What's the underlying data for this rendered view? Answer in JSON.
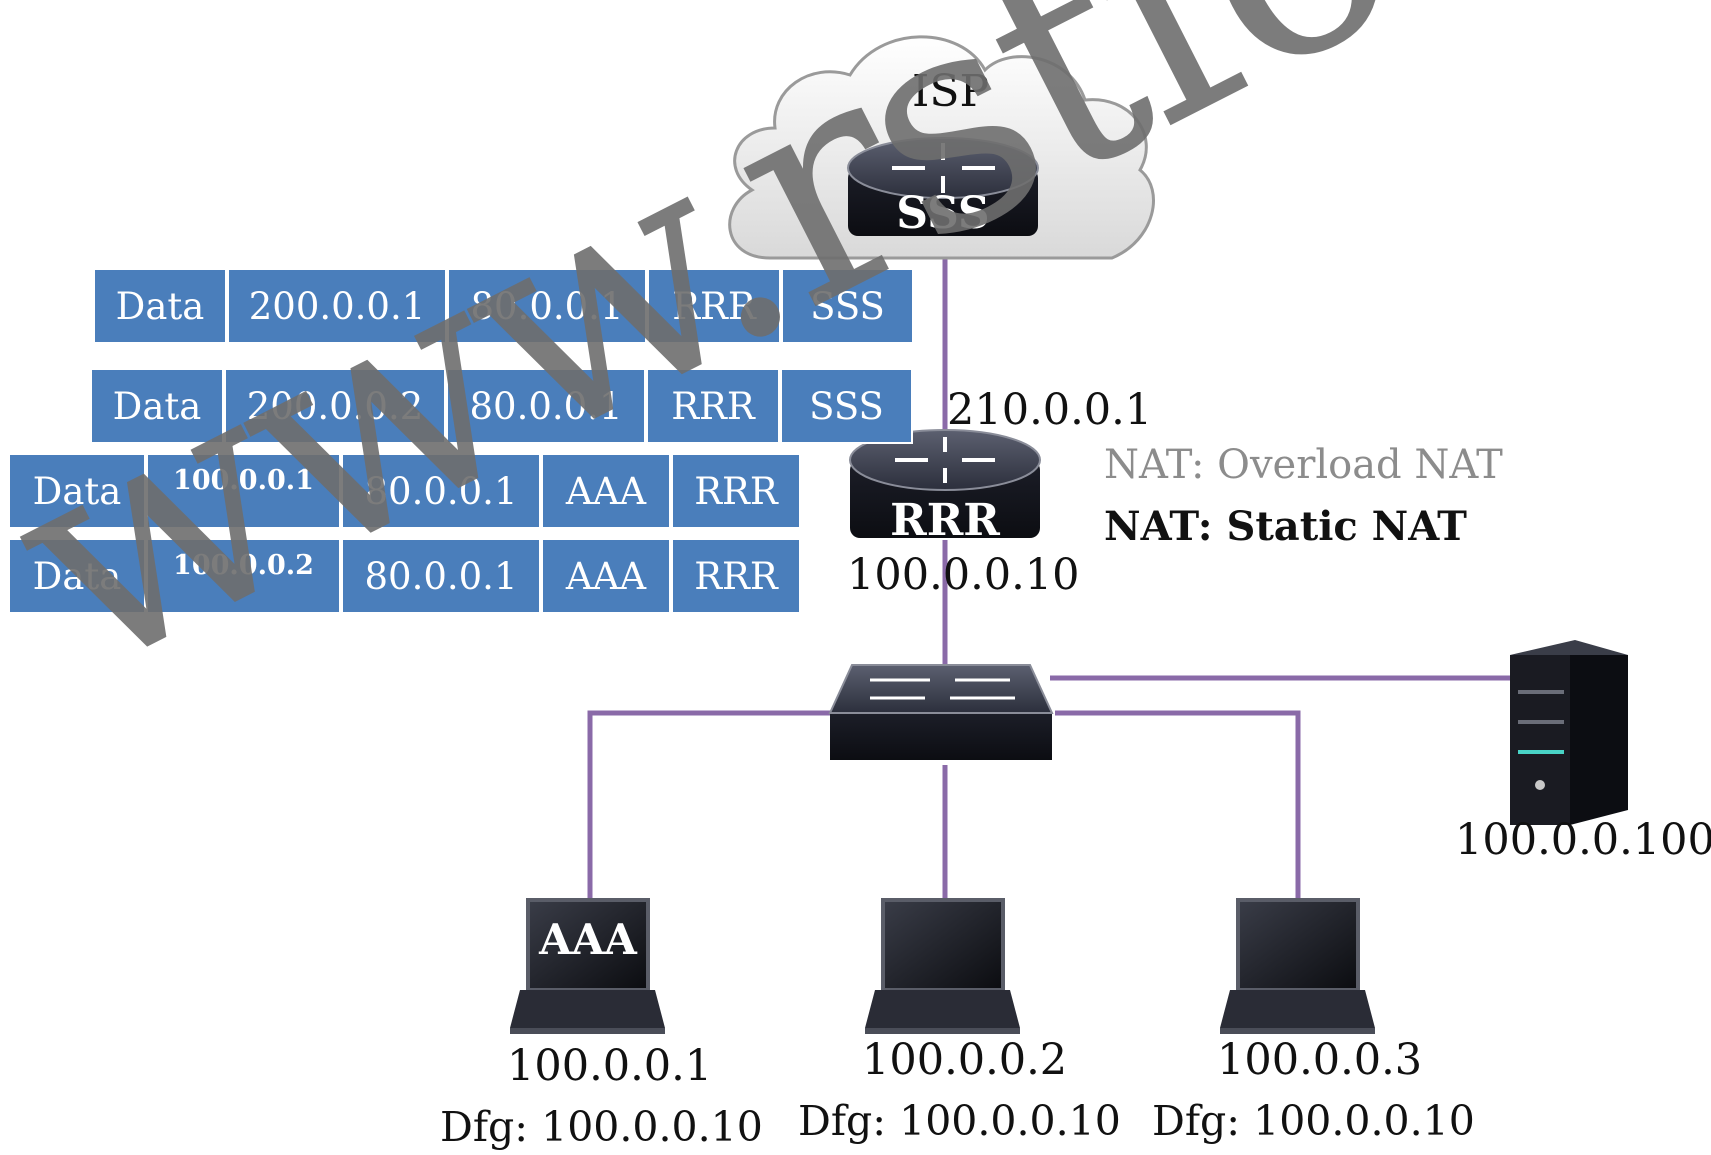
{
  "cloud": {
    "label": "ISP"
  },
  "isp_router": {
    "label": "SSS"
  },
  "nat_router": {
    "label": "RRR",
    "outside_ip": "210.0.0.1",
    "inside_ip": "100.0.0.10"
  },
  "nat_types": [
    "NAT: Overload NAT",
    "NAT: Static NAT"
  ],
  "packets": [
    [
      "Data",
      "200.0.0.1",
      "80.0.0.1",
      "RRR",
      "SSS"
    ],
    [
      "Data",
      "200.0.0.2",
      "80.0.0.1",
      "RRR",
      "SSS"
    ],
    [
      "Data",
      "100.0.0.1",
      "80.0.0.1",
      "AAA",
      "RRR"
    ],
    [
      "Data",
      "100.0.0.2",
      "80.0.0.1",
      "AAA",
      "RRR"
    ]
  ],
  "server": {
    "ip": "100.0.0.100"
  },
  "hosts": [
    {
      "screen_label": "AAA",
      "ip": "100.0.0.1",
      "dfg": "Dfg: 100.0.0.10"
    },
    {
      "screen_label": "",
      "ip": "100.0.0.2",
      "dfg": "Dfg: 100.0.0.10"
    },
    {
      "screen_label": "",
      "ip": "100.0.0.3",
      "dfg": "Dfg: 100.0.0.10"
    }
  ],
  "watermark": "www.rstforum.net",
  "colors": {
    "link": "#8a6aa8",
    "packet": "#4a7ebb",
    "device": "#1e2130"
  }
}
